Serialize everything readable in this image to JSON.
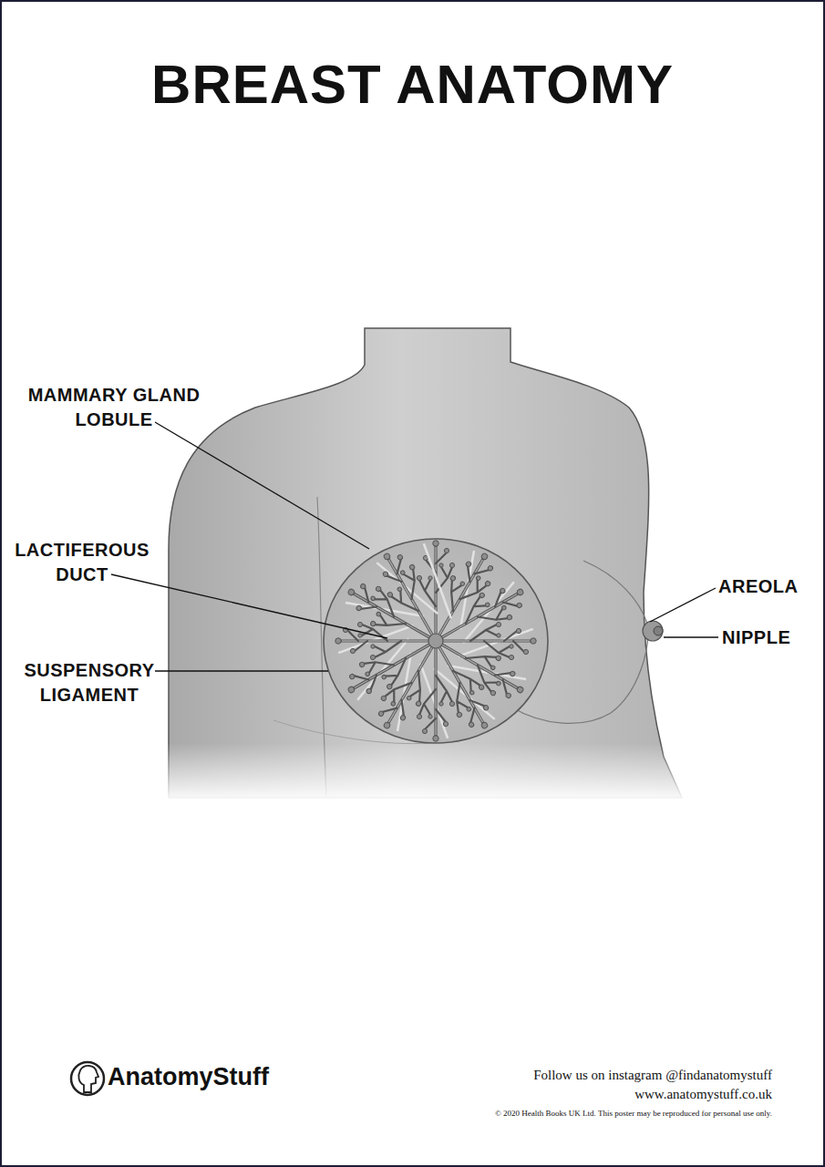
{
  "diagram": {
    "title": "BREAST ANATOMY",
    "labels": [
      "MAMMARY GLAND LOBULE",
      "LACTIFEROUS DUCT",
      "SUSPENSORY LIGAMENT",
      "AREOLA",
      "NIPPLE",
      "AnatomyStuff",
      "Follow us on instagram @findanatomystuff",
      "www.anatomystuff.co.uk",
      "© 2020 Health Books UK Ltd. This poster may be reproduced for personal use only."
    ]
  }
}
